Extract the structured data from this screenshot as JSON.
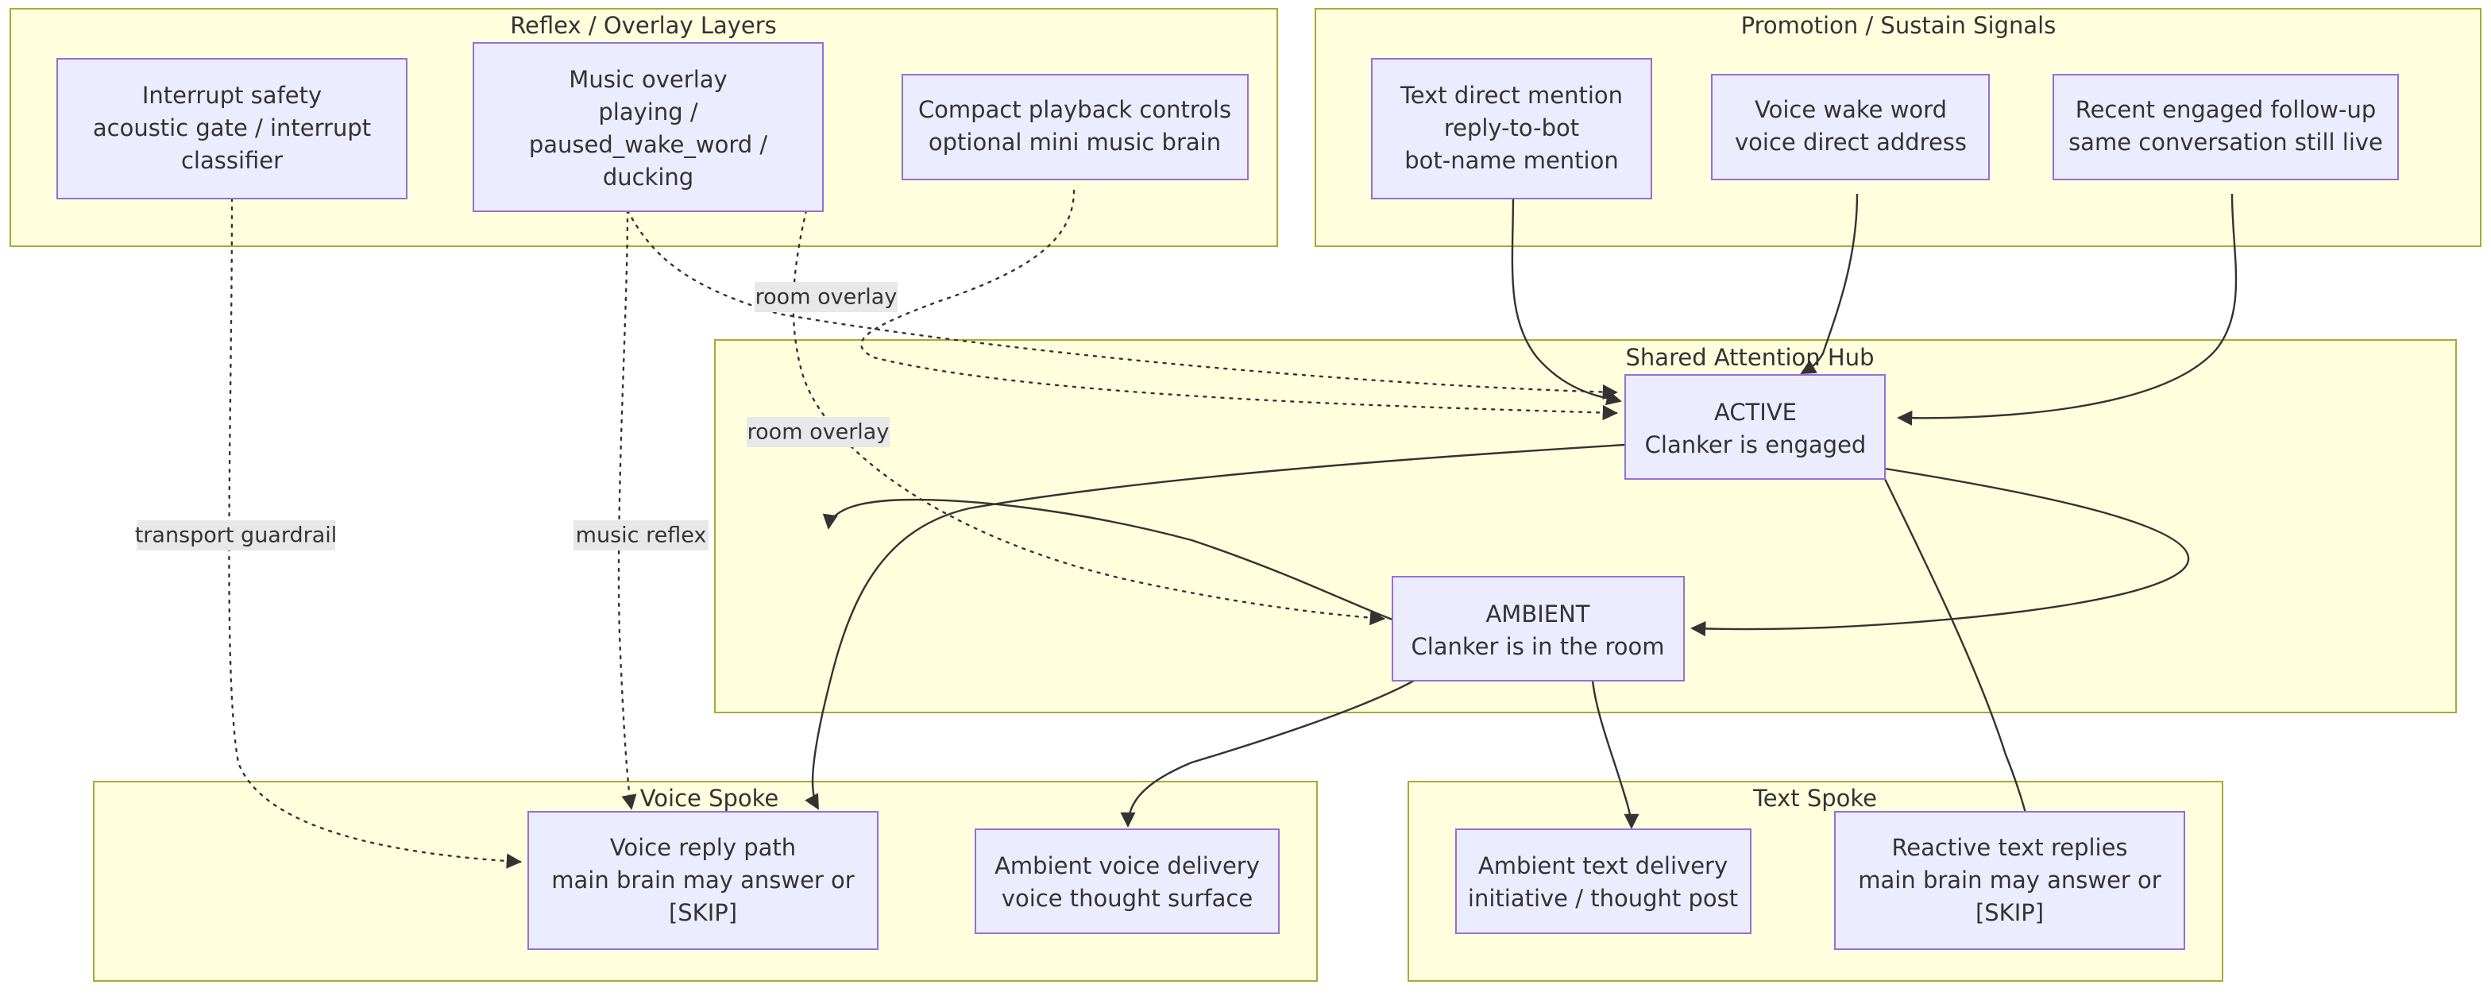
{
  "diagram": {
    "type": "flowchart",
    "title": "Clanker Shared Attention Hub flowchart",
    "colors": {
      "subgraph_fill": "#FFFFDE",
      "subgraph_stroke": "#AAAA33",
      "node_fill": "#ECECFF",
      "node_stroke": "#9370DB",
      "edge_stroke": "#333333",
      "edge_label_bg": "#E8E8E8",
      "text": "#333333",
      "canvas": "#FFFFFF"
    }
  },
  "clusters": [
    {
      "id": "reflex",
      "label": "Reflex / Overlay Layers"
    },
    {
      "id": "promotion",
      "label": "Promotion / Sustain Signals"
    },
    {
      "id": "hub",
      "label": "Shared Attention Hub"
    },
    {
      "id": "voice_spoke",
      "label": "Voice Spoke"
    },
    {
      "id": "text_spoke",
      "label": "Text Spoke"
    }
  ],
  "nodes": [
    {
      "id": "interrupt_safety",
      "cluster": "reflex",
      "lines": [
        "Interrupt safety",
        "acoustic gate / interrupt",
        "classifier"
      ]
    },
    {
      "id": "music_overlay",
      "cluster": "reflex",
      "lines": [
        "Music overlay",
        "playing /",
        "paused_wake_word /",
        "ducking"
      ]
    },
    {
      "id": "playback_controls",
      "cluster": "reflex",
      "lines": [
        "Compact playback controls",
        "optional mini music brain"
      ]
    },
    {
      "id": "text_direct_mention",
      "cluster": "promotion",
      "lines": [
        "Text direct mention",
        "reply-to-bot",
        "bot-name mention"
      ]
    },
    {
      "id": "voice_wake_word",
      "cluster": "promotion",
      "lines": [
        "Voice wake word",
        "voice direct address"
      ]
    },
    {
      "id": "recent_followup",
      "cluster": "promotion",
      "lines": [
        "Recent engaged follow-up",
        "same conversation still live"
      ]
    },
    {
      "id": "active",
      "cluster": "hub",
      "lines": [
        "ACTIVE",
        "Clanker is engaged"
      ]
    },
    {
      "id": "ambient",
      "cluster": "hub",
      "lines": [
        "AMBIENT",
        "Clanker is in the room"
      ]
    },
    {
      "id": "voice_reply_path",
      "cluster": "voice_spoke",
      "lines": [
        "Voice reply path",
        "main brain may answer or",
        "[SKIP]"
      ]
    },
    {
      "id": "ambient_voice_delivery",
      "cluster": "voice_spoke",
      "lines": [
        "Ambient voice delivery",
        "voice thought surface"
      ]
    },
    {
      "id": "ambient_text_delivery",
      "cluster": "text_spoke",
      "lines": [
        "Ambient text delivery",
        "initiative / thought post"
      ]
    },
    {
      "id": "reactive_text_replies",
      "cluster": "text_spoke",
      "lines": [
        "Reactive text replies",
        "main brain may answer or",
        "[SKIP]"
      ]
    }
  ],
  "edge_labels": [
    {
      "id": "room_overlay_top",
      "text": "room overlay"
    },
    {
      "id": "room_overlay_hub",
      "text": "room overlay"
    },
    {
      "id": "transport_guardrail",
      "text": "transport guardrail"
    },
    {
      "id": "music_reflex",
      "text": "music reflex"
    }
  ],
  "edges": [
    {
      "from": "text_direct_mention",
      "to": "active",
      "style": "solid"
    },
    {
      "from": "voice_wake_word",
      "to": "active",
      "style": "solid"
    },
    {
      "from": "recent_followup",
      "to": "active",
      "style": "solid"
    },
    {
      "from": "music_overlay",
      "to": "active",
      "style": "dotted",
      "label": "room overlay"
    },
    {
      "from": "playback_controls",
      "to": "active",
      "style": "dotted",
      "label": "room overlay"
    },
    {
      "from": "music_overlay",
      "to": "ambient",
      "style": "dotted",
      "label": "room overlay"
    },
    {
      "from": "interrupt_safety",
      "to": "voice_reply_path",
      "style": "dotted",
      "label": "transport guardrail"
    },
    {
      "from": "music_overlay",
      "to": "voice_reply_path",
      "style": "dotted",
      "label": "music reflex"
    },
    {
      "from": "active",
      "to": "voice_reply_path",
      "style": "solid"
    },
    {
      "from": "active",
      "to": "reactive_text_replies",
      "style": "solid"
    },
    {
      "from": "active",
      "to": "ambient",
      "style": "solid"
    },
    {
      "from": "ambient",
      "to": "active",
      "style": "solid"
    },
    {
      "from": "ambient",
      "to": "ambient_voice_delivery",
      "style": "solid"
    },
    {
      "from": "ambient",
      "to": "ambient_text_delivery",
      "style": "solid"
    }
  ]
}
